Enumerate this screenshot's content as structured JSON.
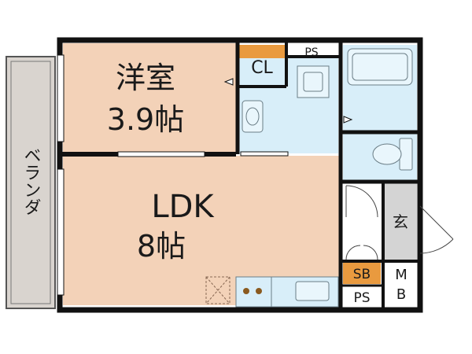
{
  "rooms": {
    "western": {
      "name": "洋室",
      "size": "3.9帖"
    },
    "ldk": {
      "name": "LDK",
      "size": "8帖"
    },
    "closet": "CL",
    "ps_top": "PS",
    "entrance": "玄",
    "shoe_box": "SB",
    "ps_bottom": "PS",
    "meter_box": {
      "line1": "M",
      "line2": "B"
    },
    "balcony": "ベランダ"
  },
  "colors": {
    "room_fill": "#f3d2b8",
    "water_fill": "#d8eef9",
    "closet_fill": "#e99a3f",
    "balcony_fill": "#d9d4cf",
    "entrance_fill": "#d4d4d4",
    "wall": "#111111"
  }
}
